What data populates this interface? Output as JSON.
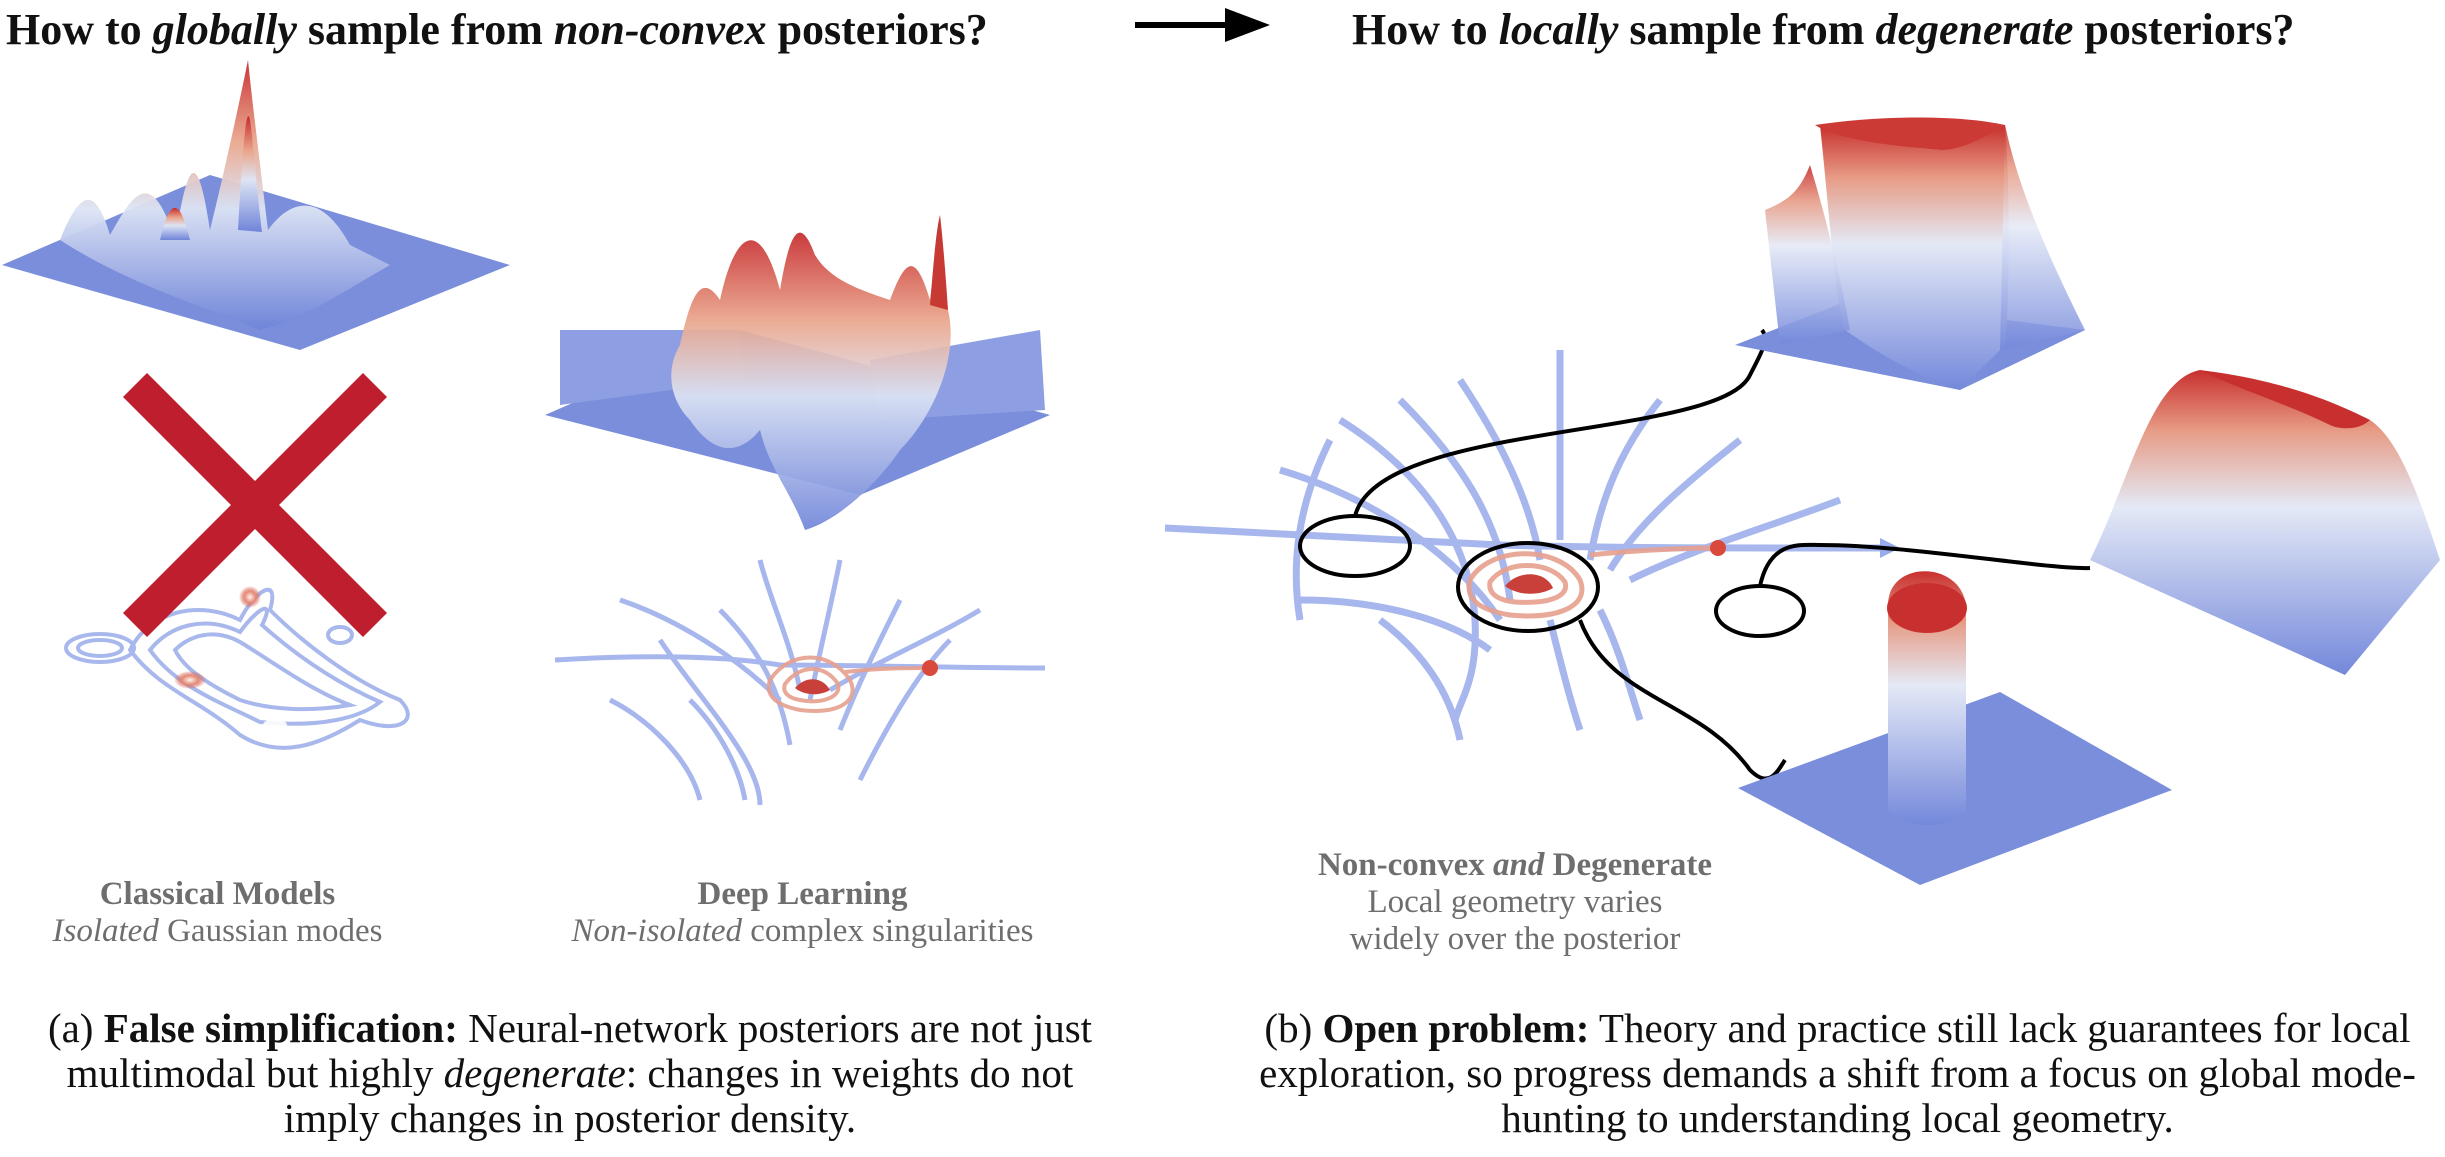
{
  "headings": {
    "left": {
      "pre": "How to ",
      "em1": "globally",
      "mid": " sample from ",
      "em2": "non-convex",
      "post": " posteriors?"
    },
    "right": {
      "pre": "How to ",
      "em1": "locally",
      "mid": " sample from ",
      "em2": "degenerate",
      "post": " posteriors?"
    }
  },
  "panels": {
    "classical": {
      "title": "Classical Models",
      "em": "Isolated",
      "rest": " Gaussian modes"
    },
    "deep": {
      "title": "Deep Learning",
      "em": "Non-isolated",
      "rest": " complex singularities"
    },
    "degenerate": {
      "title_pre": "Non-convex ",
      "title_em": "and",
      "title_post": " Degenerate",
      "line1": "Local geometry varies",
      "line2": "widely over the posterior"
    }
  },
  "captions": {
    "a": {
      "prefix": "(a) ",
      "bold": "False simplification:",
      "t1": " Neural-network posteriors are not just multimodal but highly ",
      "em": "degenerate",
      "t2": ": changes in weights do not imply changes in posterior density."
    },
    "b": {
      "prefix": "(b) ",
      "bold": "Open problem:",
      "t1": " Theory and practice still lack guarantees for local exploration, so progress demands a shift from a focus on global mode-hunting to understanding local geometry."
    }
  },
  "colors": {
    "low": "#6f84d9",
    "mid": "#dde4f4",
    "high": "#c62a2c",
    "cross": "#be1e2d"
  }
}
